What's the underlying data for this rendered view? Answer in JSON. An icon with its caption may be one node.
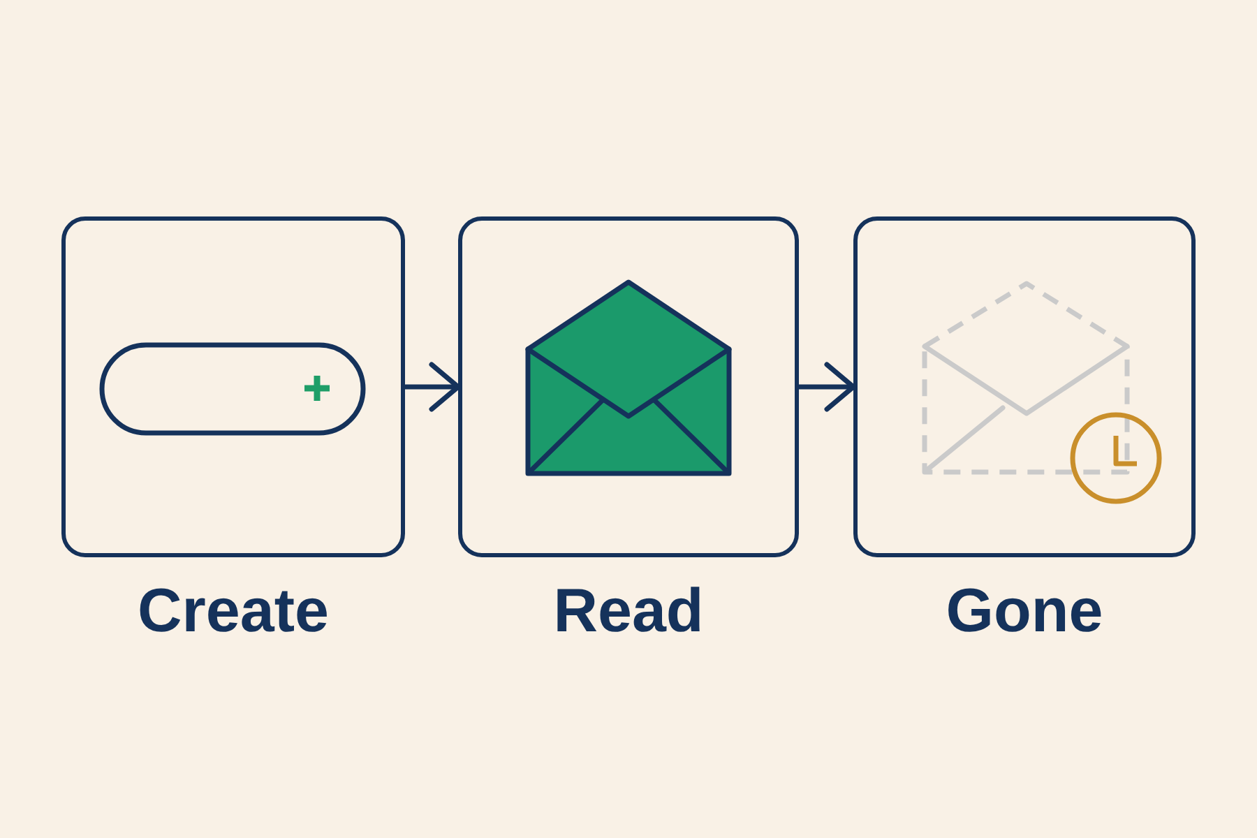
{
  "diagram": {
    "nodes": [
      {
        "text": [
          "Create"
        ]
      },
      {
        "text": [
          "Read"
        ]
      },
      {
        "text": [
          "Gone"
        ]
      }
    ],
    "edges": [
      {
        "from": 0,
        "to": 1,
        "arrow": "to"
      },
      {
        "from": 1,
        "to": 2,
        "arrow": "to"
      }
    ]
  }
}
